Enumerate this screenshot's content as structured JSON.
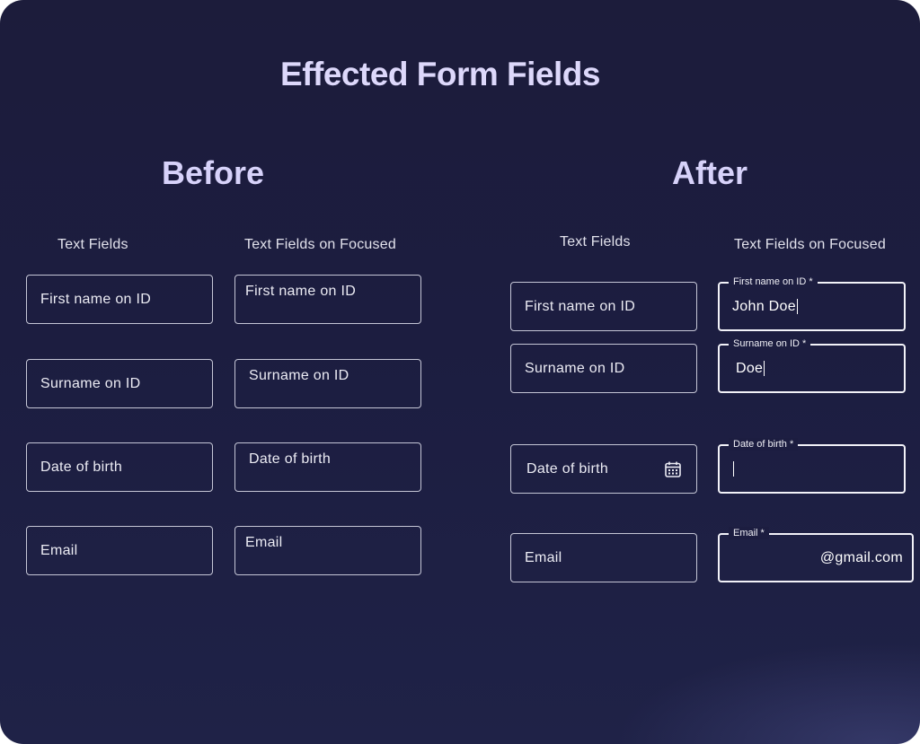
{
  "title": "Effected Form Fields",
  "before": {
    "heading": "Before",
    "text_fields_label": "Text Fields",
    "focused_label": "Text Fields on Focused",
    "text_fields": [
      "First name on ID",
      "Surname on ID",
      "Date of birth",
      "Email"
    ],
    "focused_fields": [
      "First name on ID",
      "Surname on ID",
      "Date of birth",
      "Email"
    ]
  },
  "after": {
    "heading": "After",
    "text_fields_label": "Text Fields",
    "focused_label": "Text Fields on Focused",
    "text_fields": [
      "First name on ID",
      "Surname on ID",
      "Date of birth",
      "Email"
    ],
    "focused_fields": [
      {
        "label": "First name on ID *",
        "value": "John Doe"
      },
      {
        "label": "Surname on ID *",
        "value": "Doe"
      },
      {
        "label": "Date of birth *",
        "value": ""
      },
      {
        "label": "Email *",
        "value": "@gmail.com"
      }
    ]
  },
  "icons": {
    "date_picker": "calendar-icon"
  },
  "colors": {
    "background": "#1c1d40",
    "heading": "#d7d2fa",
    "border": "#c5c6d6",
    "focused_border": "#f2f2f8"
  }
}
